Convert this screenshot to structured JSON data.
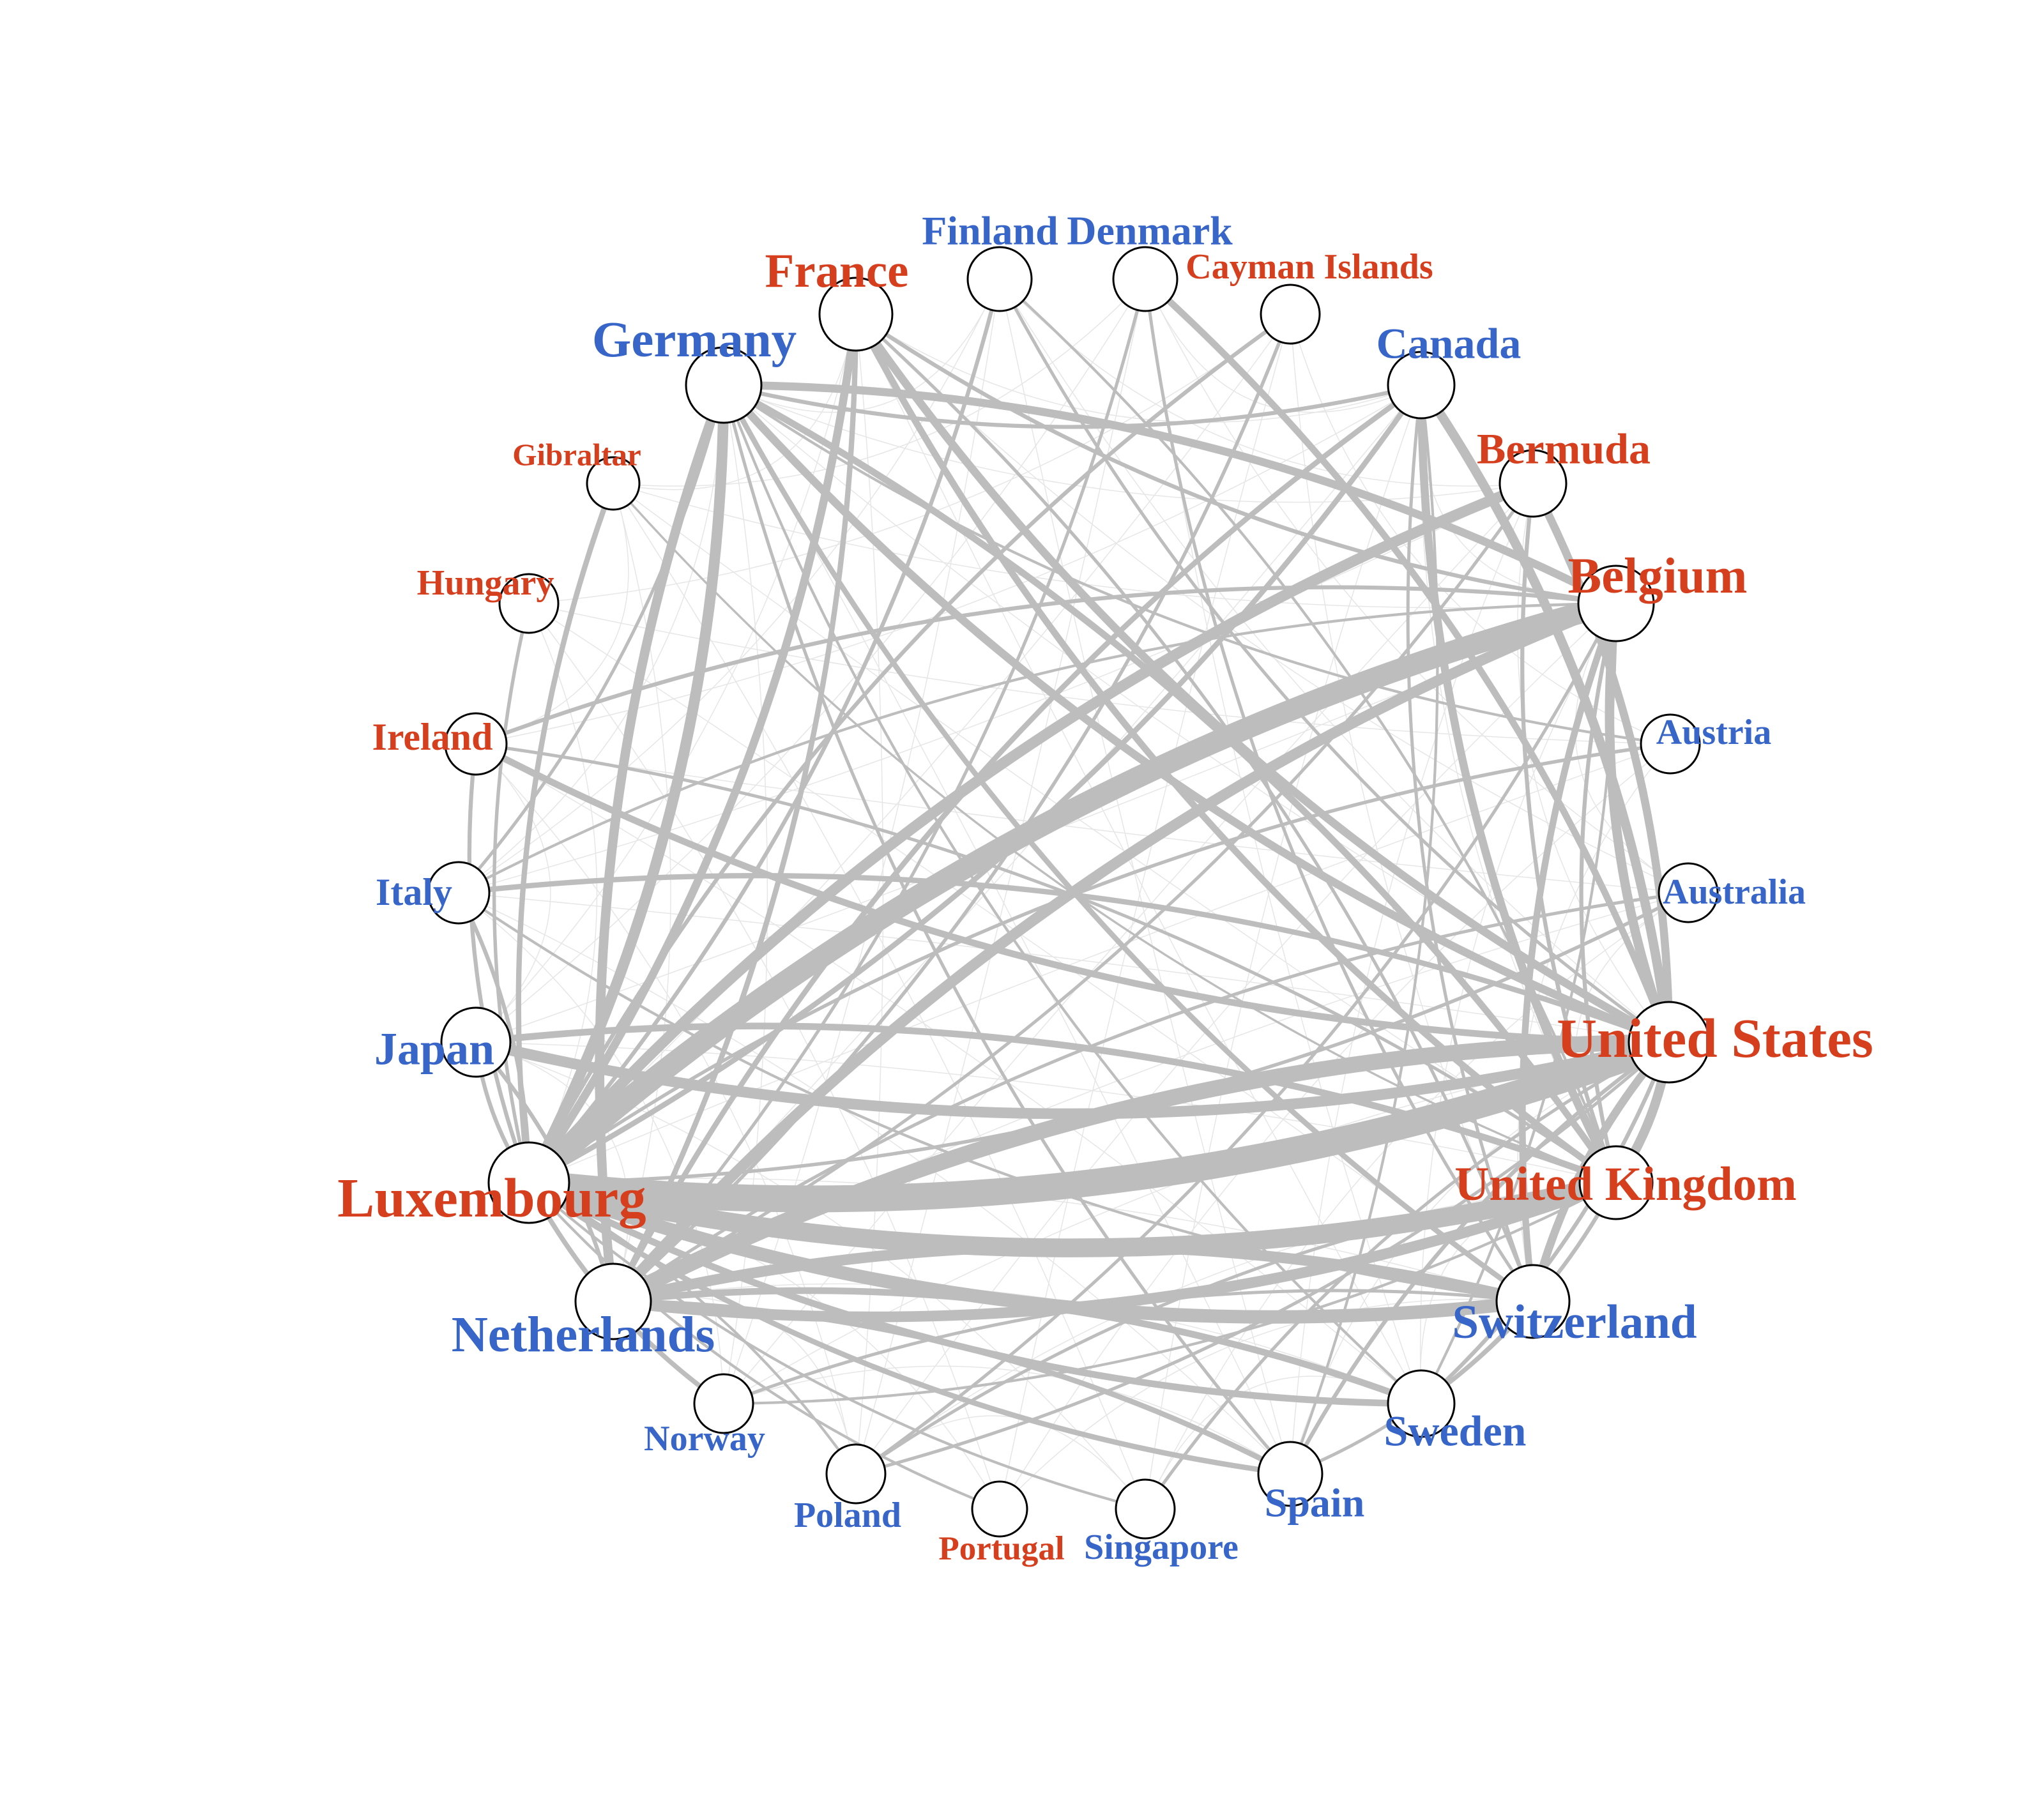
{
  "colors": {
    "group_red": "#d63f1e",
    "group_blue": "#3865c8",
    "edge": "#bdbdbd",
    "background": "#ffffff"
  },
  "nodes": [
    {
      "id": "finland",
      "label": "Finland",
      "group": "blue",
      "size": 1
    },
    {
      "id": "denmark",
      "label": "Denmark",
      "group": "blue",
      "size": 1
    },
    {
      "id": "cayman",
      "label": "Cayman Islands",
      "group": "red",
      "size": 0.8
    },
    {
      "id": "canada",
      "label": "Canada",
      "group": "blue",
      "size": 1.1
    },
    {
      "id": "bermuda",
      "label": "Bermuda",
      "group": "red",
      "size": 1.1
    },
    {
      "id": "belgium",
      "label": "Belgium",
      "group": "red",
      "size": 1.4
    },
    {
      "id": "austria",
      "label": "Austria",
      "group": "blue",
      "size": 0.8
    },
    {
      "id": "australia",
      "label": "Australia",
      "group": "blue",
      "size": 0.8
    },
    {
      "id": "us",
      "label": "United States",
      "group": "red",
      "size": 1.6
    },
    {
      "id": "uk",
      "label": "United Kingdom",
      "group": "red",
      "size": 1.3
    },
    {
      "id": "switzerland",
      "label": "Switzerland",
      "group": "blue",
      "size": 1.3
    },
    {
      "id": "sweden",
      "label": "Sweden",
      "group": "blue",
      "size": 1.1
    },
    {
      "id": "spain",
      "label": "Spain",
      "group": "blue",
      "size": 1
    },
    {
      "id": "singapore",
      "label": "Singapore",
      "group": "blue",
      "size": 0.8
    },
    {
      "id": "portugal",
      "label": "Portugal",
      "group": "red",
      "size": 0.7
    },
    {
      "id": "poland",
      "label": "Poland",
      "group": "blue",
      "size": 0.8
    },
    {
      "id": "norway",
      "label": "Norway",
      "group": "blue",
      "size": 0.8
    },
    {
      "id": "netherlands",
      "label": "Netherlands",
      "group": "blue",
      "size": 1.4
    },
    {
      "id": "luxembourg",
      "label": "Luxembourg",
      "group": "red",
      "size": 1.6
    },
    {
      "id": "japan",
      "label": "Japan",
      "group": "blue",
      "size": 1.2
    },
    {
      "id": "italy",
      "label": "Italy",
      "group": "blue",
      "size": 0.9
    },
    {
      "id": "ireland",
      "label": "Ireland",
      "group": "red",
      "size": 0.9
    },
    {
      "id": "hungary",
      "label": "Hungary",
      "group": "red",
      "size": 0.8
    },
    {
      "id": "gibraltar",
      "label": "Gibraltar",
      "group": "red",
      "size": 0.6
    },
    {
      "id": "germany",
      "label": "Germany",
      "group": "blue",
      "size": 1.4
    },
    {
      "id": "france",
      "label": "France",
      "group": "red",
      "size": 1.3
    }
  ],
  "edges": [
    {
      "from": "luxembourg",
      "to": "us",
      "weight": 10
    },
    {
      "from": "luxembourg",
      "to": "belgium",
      "weight": 8
    },
    {
      "from": "luxembourg",
      "to": "uk",
      "weight": 7
    },
    {
      "from": "netherlands",
      "to": "us",
      "weight": 6
    },
    {
      "from": "luxembourg",
      "to": "switzerland",
      "weight": 5
    },
    {
      "from": "netherlands",
      "to": "belgium",
      "weight": 4
    },
    {
      "from": "japan",
      "to": "us",
      "weight": 4
    },
    {
      "from": "germany",
      "to": "luxembourg",
      "weight": 4
    },
    {
      "from": "germany",
      "to": "netherlands",
      "weight": 3.5
    },
    {
      "from": "luxembourg",
      "to": "bermuda",
      "weight": 4
    },
    {
      "from": "netherlands",
      "to": "uk",
      "weight": 4
    },
    {
      "from": "netherlands",
      "to": "switzerland",
      "weight": 4
    },
    {
      "from": "us",
      "to": "canada",
      "weight": 3.5
    },
    {
      "from": "us",
      "to": "belgium",
      "weight": 3.5
    },
    {
      "from": "uk",
      "to": "us",
      "weight": 3.5
    },
    {
      "from": "switzerland",
      "to": "us",
      "weight": 3
    },
    {
      "from": "germany",
      "to": "us",
      "weight": 3
    },
    {
      "from": "france",
      "to": "luxembourg",
      "weight": 3
    },
    {
      "from": "france",
      "to": "us",
      "weight": 3
    },
    {
      "from": "germany",
      "to": "belgium",
      "weight": 3
    },
    {
      "from": "ireland",
      "to": "us",
      "weight": 2.5
    },
    {
      "from": "japan",
      "to": "uk",
      "weight": 2.5
    },
    {
      "from": "canada",
      "to": "uk",
      "weight": 3
    },
    {
      "from": "bermuda",
      "to": "us",
      "weight": 3
    },
    {
      "from": "belgium",
      "to": "switzerland",
      "weight": 2.5
    },
    {
      "from": "netherlands",
      "to": "sweden",
      "weight": 2.5
    },
    {
      "from": "luxembourg",
      "to": "sweden",
      "weight": 2.5
    },
    {
      "from": "denmark",
      "to": "us",
      "weight": 2.5
    },
    {
      "from": "gibraltar",
      "to": "luxembourg",
      "weight": 2
    },
    {
      "from": "italy",
      "to": "us",
      "weight": 2
    },
    {
      "from": "luxembourg",
      "to": "canada",
      "weight": 2
    },
    {
      "from": "netherlands",
      "to": "canada",
      "weight": 2
    },
    {
      "from": "france",
      "to": "uk",
      "weight": 2.5
    },
    {
      "from": "germany",
      "to": "uk",
      "weight": 2.5
    },
    {
      "from": "germany",
      "to": "switzerland",
      "weight": 2
    },
    {
      "from": "france",
      "to": "netherlands",
      "weight": 2
    },
    {
      "from": "luxembourg",
      "to": "spain",
      "weight": 2
    },
    {
      "from": "netherlands",
      "to": "spain",
      "weight": 2
    },
    {
      "from": "luxembourg",
      "to": "norway",
      "weight": 1.8
    },
    {
      "from": "finland",
      "to": "luxembourg",
      "weight": 1.5
    },
    {
      "from": "cayman",
      "to": "luxembourg",
      "weight": 1.5
    },
    {
      "from": "cayman",
      "to": "netherlands",
      "weight": 1.3
    },
    {
      "from": "hungary",
      "to": "luxembourg",
      "weight": 1.3
    },
    {
      "from": "ireland",
      "to": "belgium",
      "weight": 1.5
    },
    {
      "from": "ireland",
      "to": "luxembourg",
      "weight": 1.5
    },
    {
      "from": "italy",
      "to": "luxembourg",
      "weight": 1.5
    },
    {
      "from": "japan",
      "to": "luxembourg",
      "weight": 1.5
    },
    {
      "from": "japan",
      "to": "netherlands",
      "weight": 1.5
    },
    {
      "from": "austria",
      "to": "luxembourg",
      "weight": 1.3
    },
    {
      "from": "australia",
      "to": "luxembourg",
      "weight": 1.3
    },
    {
      "from": "australia",
      "to": "netherlands",
      "weight": 1.2
    },
    {
      "from": "us",
      "to": "sweden",
      "weight": 1.5
    },
    {
      "from": "us",
      "to": "spain",
      "weight": 1.5
    },
    {
      "from": "uk",
      "to": "sweden",
      "weight": 1.5
    },
    {
      "from": "uk",
      "to": "poland",
      "weight": 1.2
    },
    {
      "from": "belgium",
      "to": "poland",
      "weight": 1.2
    },
    {
      "from": "us",
      "to": "singapore",
      "weight": 1.2
    },
    {
      "from": "us",
      "to": "poland",
      "weight": 1.2
    },
    {
      "from": "switzerland",
      "to": "norway",
      "weight": 1.2
    },
    {
      "from": "switzerland",
      "to": "spain",
      "weight": 1.2
    },
    {
      "from": "denmark",
      "to": "switzerland",
      "weight": 1.2
    },
    {
      "from": "denmark",
      "to": "netherlands",
      "weight": 1.2
    },
    {
      "from": "finland",
      "to": "us",
      "weight": 1.2
    },
    {
      "from": "finland",
      "to": "uk",
      "weight": 1
    },
    {
      "from": "france",
      "to": "belgium",
      "weight": 1.5
    },
    {
      "from": "france",
      "to": "switzerland",
      "weight": 1.2
    },
    {
      "from": "germany",
      "to": "canada",
      "weight": 1.5
    },
    {
      "from": "germany",
      "to": "italy",
      "weight": 1.2
    },
    {
      "from": "germany",
      "to": "spain",
      "weight": 1.2
    },
    {
      "from": "italy",
      "to": "belgium",
      "weight": 1
    },
    {
      "from": "italy",
      "to": "switzerland",
      "weight": 1
    },
    {
      "from": "ireland",
      "to": "uk",
      "weight": 1.2
    },
    {
      "from": "bermuda",
      "to": "uk",
      "weight": 1.5
    },
    {
      "from": "bermuda",
      "to": "netherlands",
      "weight": 1.2
    },
    {
      "from": "canada",
      "to": "switzerland",
      "weight": 1.2
    },
    {
      "from": "canada",
      "to": "spain",
      "weight": 1
    },
    {
      "from": "belgium",
      "to": "uk",
      "weight": 1.5
    },
    {
      "from": "portugal",
      "to": "luxembourg",
      "weight": 1
    },
    {
      "from": "poland",
      "to": "luxembourg",
      "weight": 1
    },
    {
      "from": "singapore",
      "to": "luxembourg",
      "weight": 1
    },
    {
      "from": "norway",
      "to": "uk",
      "weight": 1
    },
    {
      "from": "sweden",
      "to": "germany",
      "weight": 1
    },
    {
      "from": "sweden",
      "to": "belgium",
      "weight": 1
    },
    {
      "from": "austria",
      "to": "germany",
      "weight": 1
    },
    {
      "from": "gibraltar",
      "to": "uk",
      "weight": 0.8
    }
  ]
}
